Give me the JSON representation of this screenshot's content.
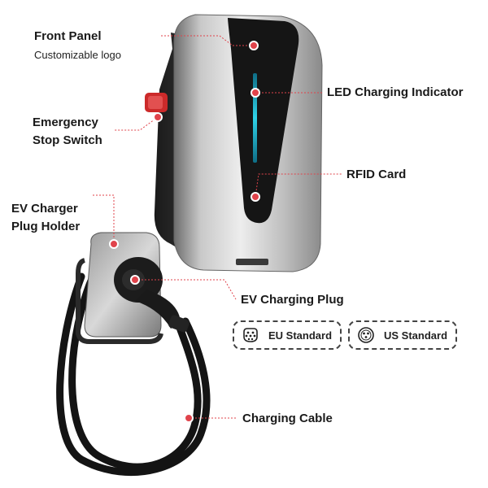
{
  "labels": {
    "front_panel": "Front Panel",
    "front_panel_sub": "Customizable logo",
    "led_indicator": "LED Charging Indicator",
    "emergency_line1": "Emergency",
    "emergency_line2": "Stop Switch",
    "rfid_card": "RFID Card",
    "plug_holder_line1": "EV Charger",
    "plug_holder_line2": "Plug Holder",
    "charging_plug": "EV Charging Plug",
    "charging_cable": "Charging Cable"
  },
  "standards": [
    {
      "label": "EU Standard",
      "icon": "eu-plug-icon"
    },
    {
      "label": "US  Standard",
      "icon": "us-plug-icon"
    }
  ],
  "colors": {
    "marker": "#e0434b",
    "leader": "#e0434b",
    "led": "#2fd3e8",
    "body_dark": "#222222",
    "panel_silver": "#b9b9b9"
  }
}
